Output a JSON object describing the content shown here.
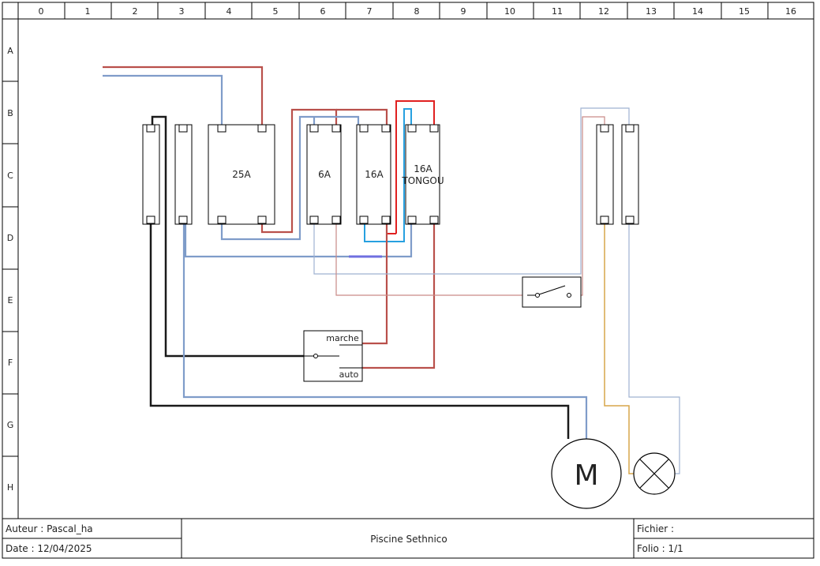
{
  "grid": {
    "columns": [
      "0",
      "1",
      "2",
      "3",
      "4",
      "5",
      "6",
      "7",
      "8",
      "9",
      "10",
      "11",
      "12",
      "13",
      "14",
      "15",
      "16"
    ],
    "rows": [
      "A",
      "B",
      "C",
      "D",
      "E",
      "F",
      "G",
      "H"
    ]
  },
  "breakers": {
    "b25": "25A",
    "b6": "6A",
    "b16": "16A",
    "b16t_line1": "16A",
    "b16t_line2": "TONGOU"
  },
  "selector": {
    "marche": "marche",
    "auto": "auto"
  },
  "motor": {
    "label": "M"
  },
  "cartouche": {
    "author": "Auteur : Pascal_ha",
    "date": "Date : 12/04/2025",
    "title": "Piscine Sethnico",
    "file": "Fichier :",
    "folio": "Folio : 1/1"
  }
}
